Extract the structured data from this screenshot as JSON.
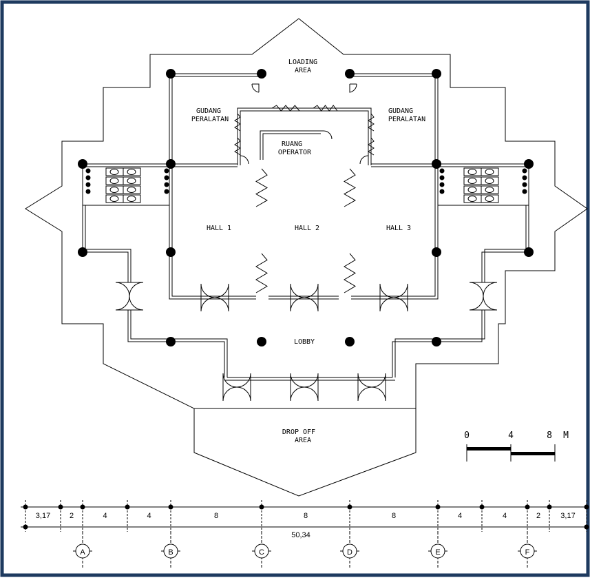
{
  "rooms": {
    "loading_area": [
      "LOADING",
      "AREA"
    ],
    "gudang_left": [
      "GUDANG",
      "PERALATAN"
    ],
    "gudang_right": [
      "GUDANG",
      "PERALATAN"
    ],
    "ruang_operator": [
      "RUANG",
      "OPERATOR"
    ],
    "hall_1": "HALL 1",
    "hall_2": "HALL 2",
    "hall_3": "HALL 3",
    "lobby": "LOBBY",
    "drop_off_area": [
      "DROP OFF",
      "AREA"
    ]
  },
  "scale_bar": {
    "labels": [
      "0",
      "4",
      "8"
    ],
    "unit": "M"
  },
  "dimensions": {
    "segments": [
      "3,17",
      "2",
      "4",
      "4",
      "8",
      "8",
      "8",
      "4",
      "4",
      "2",
      "3,17"
    ],
    "total": "50,34"
  },
  "grid_axes": [
    "A",
    "B",
    "C",
    "D",
    "E",
    "F"
  ],
  "colors": {
    "frame": "#1e3a5f",
    "ink": "#000000",
    "paper": "#ffffff"
  }
}
